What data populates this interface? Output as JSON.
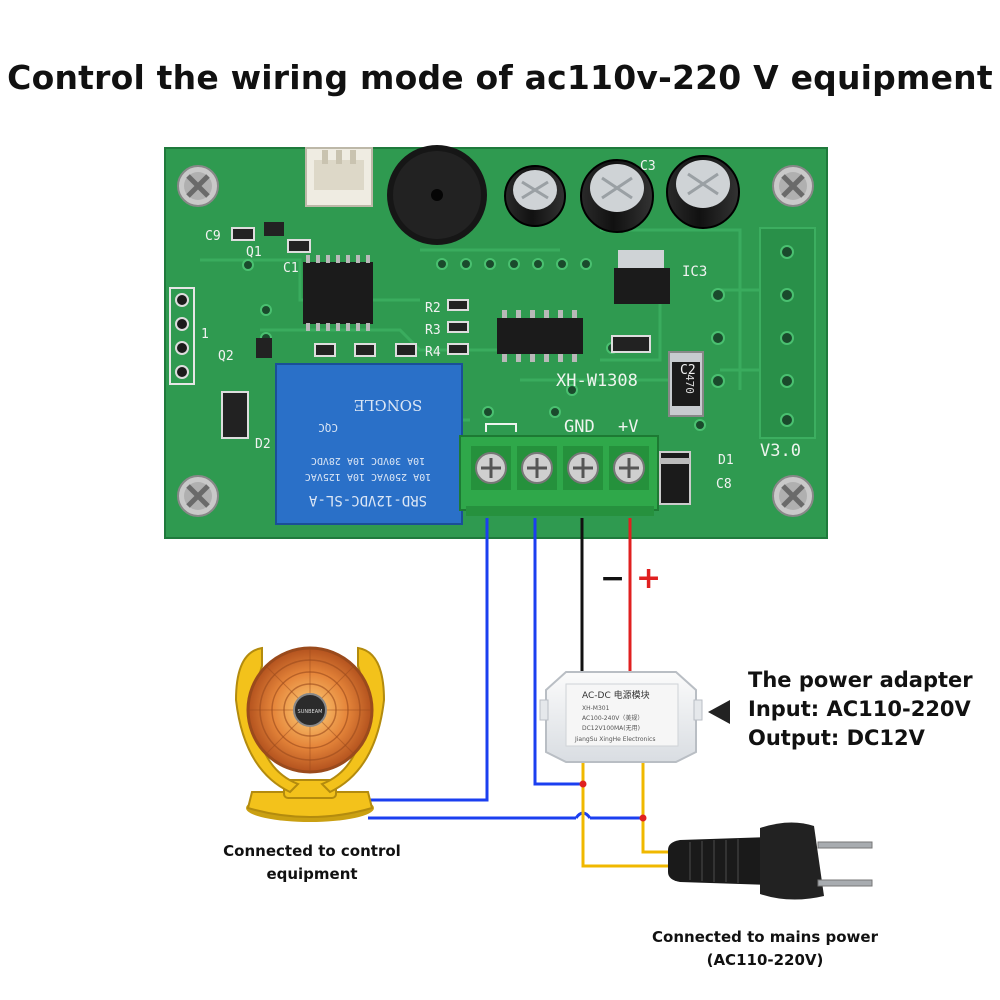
{
  "title": "Control the wiring mode of ac110v-220 V equipment",
  "board": {
    "model": "XH-W1308",
    "version": "V3.0",
    "terminal_gnd": "GND",
    "terminal_v": "+V",
    "relay_lines": [
      "SRD-12VDC-SL-A",
      "10A 250VAC  10A 125VAC",
      "10A 30VDC  10A 28VDC"
    ],
    "relay_brand": "SONGLE",
    "relay_cqc": "CQC",
    "ic_label": "IC3",
    "cap_label": "470",
    "silk_labels": [
      "C9",
      "C1",
      "Q1",
      "Q2",
      "R2",
      "R3",
      "R4",
      "C2",
      "C3",
      "C8",
      "D1",
      "D2",
      "1"
    ]
  },
  "polarity": {
    "minus": "−",
    "plus": "+"
  },
  "adapter": {
    "module_title": "AC-DC  电源模块",
    "module_lines": [
      "XH-M301",
      "AC100-240V（美规）",
      "DC12V100MA(无用)",
      "JiangSu XingHe Electronics"
    ],
    "info_lines": [
      "The power adapter",
      "Input: AC110-220V",
      "Output: DC12V"
    ]
  },
  "heater_badge": "SUNBEAM",
  "control_label_lines": [
    "Connected to control",
    "equipment"
  ],
  "mains_label_lines": [
    "Connected to mains power",
    "(AC110-220V)"
  ],
  "colors": {
    "pcb": "#2f9a50",
    "pcb_dark": "#1f7a3c",
    "relay": "#2a70c8",
    "terminal": "#2fa84a",
    "wire_blue": "#1b3ff0",
    "wire_black": "#111111",
    "wire_red": "#e02020",
    "wire_yellow": "#f0b800",
    "heater_yellow": "#f3c21b",
    "heater_grill": "#d4732c"
  },
  "icons": [
    "arrow-left-icon",
    "screw-icon",
    "heater-icon",
    "plug-icon",
    "buzzer-icon",
    "capacitor-icon"
  ]
}
